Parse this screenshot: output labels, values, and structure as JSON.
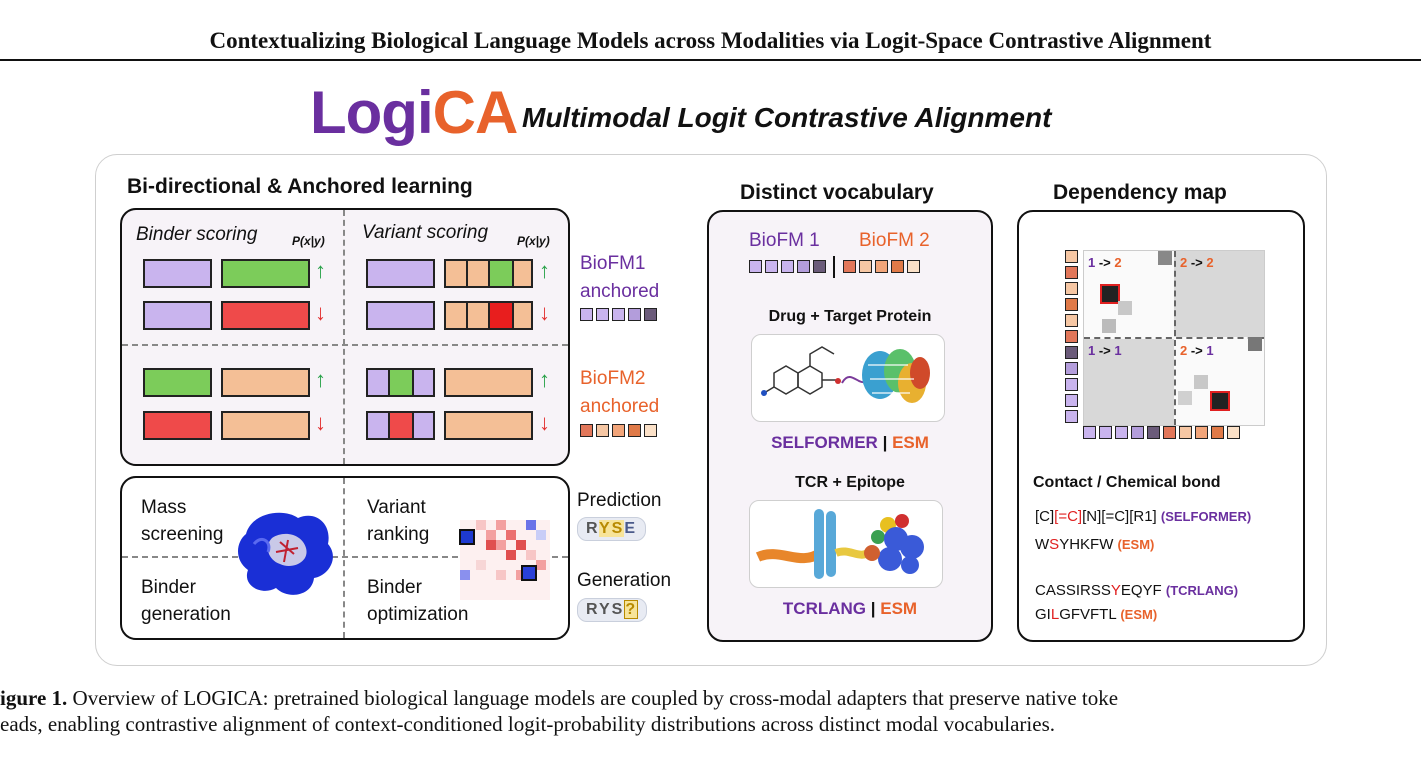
{
  "header": {
    "paper_title": "Contextualizing Biological Language Models across Modalities via Logit-Space Contrastive Alignment"
  },
  "logo": {
    "part1": "Logi",
    "part2": "CA",
    "subtitle": "Multimodal Logit Contrastive Alignment"
  },
  "left": {
    "title": "Bi-directional & Anchored learning",
    "binder_scoring": "Binder scoring",
    "variant_scoring": "Variant scoring",
    "pxy": "P(x|y)",
    "anchored1": "BioFM1\nanchored",
    "anchored2": "BioFM2\nanchored",
    "apps": [
      "Mass\nscreening",
      "Variant\nranking",
      "Binder\ngeneration",
      "Binder\noptimization"
    ],
    "prediction": "Prediction",
    "prediction_tokens": [
      "R",
      "Y",
      "S",
      "E"
    ],
    "generation": "Generation",
    "generation_tokens": [
      "R",
      "Y",
      "S",
      "?"
    ]
  },
  "vocab": {
    "title": "Distinct vocabulary",
    "biofm1": "BioFM 1",
    "biofm2": "BioFM 2",
    "drug_title": "Drug + Target Protein",
    "selformer": "SELFORMER",
    "esm": "ESM",
    "sep": "|",
    "tcr_title": "TCR + Epitope",
    "tcrlang": "TCRLANG"
  },
  "dep": {
    "title": "Dependency map",
    "q12": "1 -> 2",
    "q22": "2 -> 2",
    "q11": "1 -> 1",
    "q21": "2 -> 1",
    "contact_title": "Contact / Chemical bond",
    "seq1": {
      "pre": "[C]",
      "hl": "[=C]",
      "post": "[N][=C][R1]",
      "tag": "(SELFORMER)"
    },
    "seq2": {
      "pre": "W",
      "hl": "S",
      "post": "YHKFW",
      "tag": "(ESM)"
    },
    "seq3": {
      "pre": "CASSIRSS",
      "hl": "Y",
      "post": "EQYF",
      "tag": "(TCRLANG)"
    },
    "seq4": {
      "pre": "GI",
      "hl": "L",
      "post": "GFVFTL",
      "tag": "(ESM)"
    }
  },
  "caption": {
    "label": "igure 1.",
    "text": " Overview of LOGICA: pretrained biological language models are coupled by cross-modal adapters that preserve native toke",
    "line2": "eads, enabling contrastive alignment of context-conditioned logit-probability distributions across distinct modal vocabularies."
  },
  "colors": {
    "purple": "#6a2f9f",
    "orange": "#e8622b",
    "red": "#e02020",
    "green_arrow": "#2aa24a"
  }
}
